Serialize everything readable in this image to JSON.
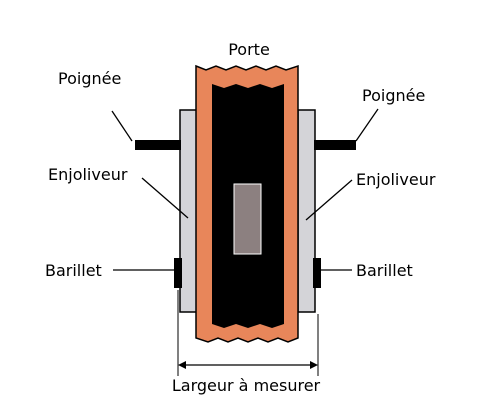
{
  "labels": {
    "porte": "Porte",
    "poignee_left": "Poignée",
    "poignee_right": "Poignée",
    "enjoliveur_left": "Enjoliveur",
    "enjoliveur_right": "Enjoliveur",
    "barillet_left": "Barillet",
    "barillet_right": "Barillet",
    "largeur": "Largeur à mesurer"
  },
  "colors": {
    "door_edge": "#e8865a",
    "door_core": "#000000",
    "escutcheon": "#d4d4d8",
    "lock_slot": "#8c8080",
    "handle": "#000000",
    "outline": "#000000",
    "background": "#ffffff"
  }
}
